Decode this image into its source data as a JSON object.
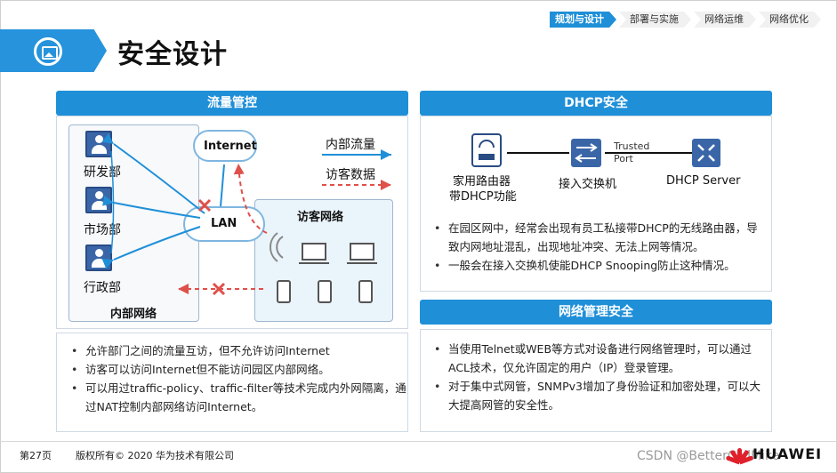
{
  "nav": {
    "items": [
      "规划与设计",
      "部署与实施",
      "网络运维",
      "网络优化"
    ],
    "active_index": 0
  },
  "title": "安全设计",
  "left_panel": {
    "heading": "流量管控",
    "diagram": {
      "departments": [
        "研发部",
        "市场部",
        "行政部"
      ],
      "inner_network_label": "内部网络",
      "internet_label": "Internet",
      "lan_label": "LAN",
      "guest_network_label": "访客网络",
      "legend_internal": "内部流量",
      "legend_guest": "访客数据"
    },
    "bullets": [
      "允许部门之间的流量互访，但不允许访问Internet",
      "访客可以访问Internet但不能访问园区内部网络。",
      "可以用过traffic-policy、traffic-filter等技术完成内外网隔离，通过NAT控制内部网络访问Internet。"
    ]
  },
  "dhcp_panel": {
    "heading": "DHCP安全",
    "diagram": {
      "home_router_label_1": "家用路由器",
      "home_router_label_2": "带DHCP功能",
      "switch_label": "接入交换机",
      "server_label": "DHCP Server",
      "trusted_label_1": "Trusted",
      "trusted_label_2": "Port"
    },
    "bullets": [
      "在园区网中，经常会出现有员工私接带DHCP的无线路由器，导致内网地址混乱，出现地址冲突、无法上网等情况。",
      "一般会在接入交换机使能DHCP Snooping防止这种情况。"
    ]
  },
  "mgmt_panel": {
    "heading": "网络管理安全",
    "bullets": [
      "当使用Telnet或WEB等方式对设备进行网络管理时，可以通过ACL技术，仅允许固定的用户（IP）登录管理。",
      "对于集中式网管，SNMPv3增加了身份验证和加密处理，可以大大提高网管的安全性。"
    ]
  },
  "footer": {
    "page": "第27页",
    "copyright": "版权所有© 2020 华为技术有限公司",
    "watermark": "CSDN @BetterCallMike",
    "logo_text": "HUAWEI"
  },
  "colors": {
    "accent": "#1f8fd8",
    "internal_flow": "#1f8fd8",
    "guest_flow": "#e0504a",
    "blocked": "#e0504a"
  },
  "icons": [
    "picture-icon",
    "person-icon",
    "cloud-icon",
    "router-icon",
    "switch-icon",
    "server-icon",
    "laptop-icon",
    "phone-icon",
    "wifi-icon",
    "block-x-icon"
  ]
}
